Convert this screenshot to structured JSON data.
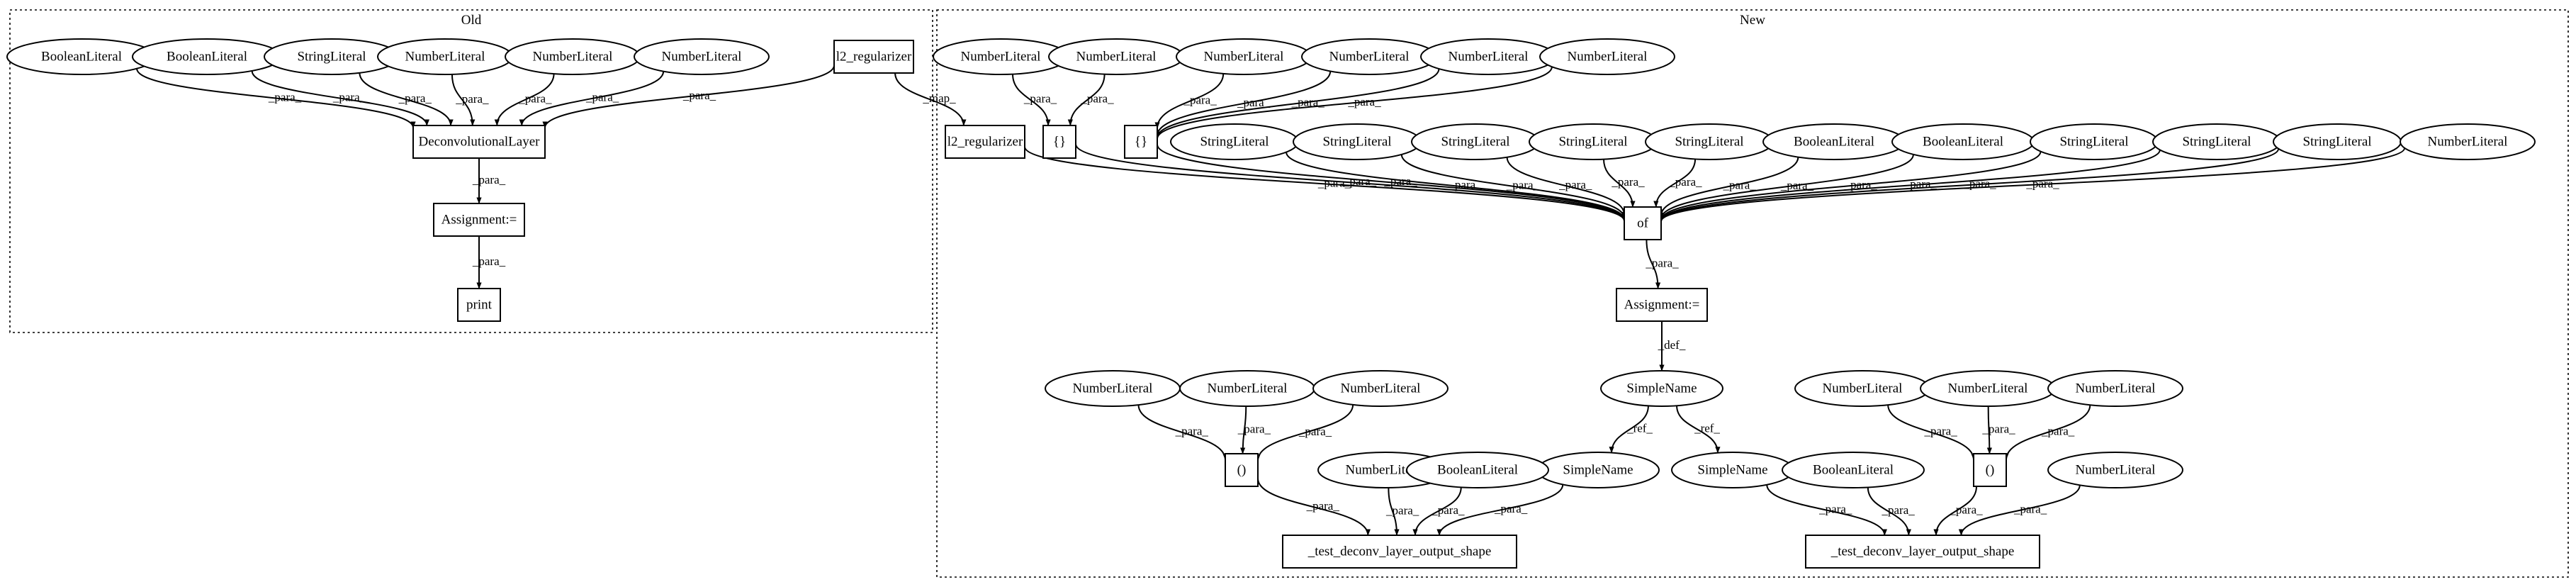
{
  "clusters": {
    "old": "Old",
    "new": "New"
  },
  "nodes": [
    {
      "id": "o_b1",
      "label": "BooleanLiteral",
      "shape": "ellipse"
    },
    {
      "id": "o_b2",
      "label": "BooleanLiteral",
      "shape": "ellipse"
    },
    {
      "id": "o_s1",
      "label": "StringLiteral",
      "shape": "ellipse"
    },
    {
      "id": "o_n1",
      "label": "NumberLiteral",
      "shape": "ellipse"
    },
    {
      "id": "o_n2",
      "label": "NumberLiteral",
      "shape": "ellipse"
    },
    {
      "id": "o_n3",
      "label": "NumberLiteral",
      "shape": "ellipse"
    },
    {
      "id": "o_l2",
      "label": "l2_regularizer",
      "shape": "box"
    },
    {
      "id": "o_dec",
      "label": "DeconvolutionalLayer",
      "shape": "box"
    },
    {
      "id": "o_asg",
      "label": "Assignment:=",
      "shape": "box"
    },
    {
      "id": "o_prt",
      "label": "print",
      "shape": "box"
    },
    {
      "id": "n_nl1",
      "label": "NumberLiteral",
      "shape": "ellipse"
    },
    {
      "id": "n_nl2",
      "label": "NumberLiteral",
      "shape": "ellipse"
    },
    {
      "id": "n_nl3",
      "label": "NumberLiteral",
      "shape": "ellipse"
    },
    {
      "id": "n_nl4",
      "label": "NumberLiteral",
      "shape": "ellipse"
    },
    {
      "id": "n_nl5",
      "label": "NumberLiteral",
      "shape": "ellipse"
    },
    {
      "id": "n_nl6",
      "label": "NumberLiteral",
      "shape": "ellipse"
    },
    {
      "id": "n_l2",
      "label": "l2_regularizer",
      "shape": "box"
    },
    {
      "id": "n_br1",
      "label": "{}",
      "shape": "box"
    },
    {
      "id": "n_br2",
      "label": "{}",
      "shape": "box"
    },
    {
      "id": "n_s1",
      "label": "StringLiteral",
      "shape": "ellipse"
    },
    {
      "id": "n_s2",
      "label": "StringLiteral",
      "shape": "ellipse"
    },
    {
      "id": "n_s3",
      "label": "StringLiteral",
      "shape": "ellipse"
    },
    {
      "id": "n_s4",
      "label": "StringLiteral",
      "shape": "ellipse"
    },
    {
      "id": "n_s5",
      "label": "StringLiteral",
      "shape": "ellipse"
    },
    {
      "id": "n_b1",
      "label": "BooleanLiteral",
      "shape": "ellipse"
    },
    {
      "id": "n_b2",
      "label": "BooleanLiteral",
      "shape": "ellipse"
    },
    {
      "id": "n_s6",
      "label": "StringLiteral",
      "shape": "ellipse"
    },
    {
      "id": "n_s7",
      "label": "StringLiteral",
      "shape": "ellipse"
    },
    {
      "id": "n_s8",
      "label": "StringLiteral",
      "shape": "ellipse"
    },
    {
      "id": "n_nl7",
      "label": "NumberLiteral",
      "shape": "ellipse"
    },
    {
      "id": "n_of",
      "label": "of",
      "shape": "box"
    },
    {
      "id": "n_asg",
      "label": "Assignment:=",
      "shape": "box"
    },
    {
      "id": "n_sn",
      "label": "SimpleName",
      "shape": "ellipse"
    },
    {
      "id": "n_sn1",
      "label": "SimpleName",
      "shape": "ellipse"
    },
    {
      "id": "n_sn2",
      "label": "SimpleName",
      "shape": "ellipse"
    },
    {
      "id": "n_ln1",
      "label": "NumberLiteral",
      "shape": "ellipse"
    },
    {
      "id": "n_ln2",
      "label": "NumberLiteral",
      "shape": "ellipse"
    },
    {
      "id": "n_ln3",
      "label": "NumberLiteral",
      "shape": "ellipse"
    },
    {
      "id": "n_p1",
      "label": "()",
      "shape": "box"
    },
    {
      "id": "n_ln4",
      "label": "NumberLiteral",
      "shape": "ellipse"
    },
    {
      "id": "n_lb1",
      "label": "BooleanLiteral",
      "shape": "ellipse"
    },
    {
      "id": "n_t1",
      "label": "_test_deconv_layer_output_shape",
      "shape": "box"
    },
    {
      "id": "n_rn1",
      "label": "NumberLiteral",
      "shape": "ellipse"
    },
    {
      "id": "n_rn2",
      "label": "NumberLiteral",
      "shape": "ellipse"
    },
    {
      "id": "n_rn3",
      "label": "NumberLiteral",
      "shape": "ellipse"
    },
    {
      "id": "n_p2",
      "label": "()",
      "shape": "box"
    },
    {
      "id": "n_rb1",
      "label": "BooleanLiteral",
      "shape": "ellipse"
    },
    {
      "id": "n_rn4",
      "label": "NumberLiteral",
      "shape": "ellipse"
    },
    {
      "id": "n_t2",
      "label": "_test_deconv_layer_output_shape",
      "shape": "box"
    }
  ],
  "edges": [
    {
      "from": "o_b1",
      "to": "o_dec",
      "label": "_para_"
    },
    {
      "from": "o_b2",
      "to": "o_dec",
      "label": "_para_"
    },
    {
      "from": "o_s1",
      "to": "o_dec",
      "label": "_para_"
    },
    {
      "from": "o_n1",
      "to": "o_dec",
      "label": "_para_"
    },
    {
      "from": "o_n2",
      "to": "o_dec",
      "label": "_para_"
    },
    {
      "from": "o_n3",
      "to": "o_dec",
      "label": "_para_"
    },
    {
      "from": "o_l2",
      "to": "o_dec",
      "label": "_para_"
    },
    {
      "from": "o_dec",
      "to": "o_asg",
      "label": "_para_"
    },
    {
      "from": "o_asg",
      "to": "o_prt",
      "label": "_para_"
    },
    {
      "from": "o_l2",
      "to": "n_l2",
      "label": "_map_"
    },
    {
      "from": "n_nl1",
      "to": "n_br1",
      "label": "_para_"
    },
    {
      "from": "n_nl2",
      "to": "n_br1",
      "label": "_para_"
    },
    {
      "from": "n_nl3",
      "to": "n_br2",
      "label": "_para_"
    },
    {
      "from": "n_nl4",
      "to": "n_br2",
      "label": "_para_"
    },
    {
      "from": "n_nl5",
      "to": "n_br2",
      "label": "_para_"
    },
    {
      "from": "n_nl6",
      "to": "n_br2",
      "label": "_para_"
    },
    {
      "from": "n_l2",
      "to": "n_of",
      "label": "_para_"
    },
    {
      "from": "n_br1",
      "to": "n_of",
      "label": "_para_"
    },
    {
      "from": "n_br2",
      "to": "n_of",
      "label": "_para_"
    },
    {
      "from": "n_s1",
      "to": "n_of",
      "label": "_para_"
    },
    {
      "from": "n_s2",
      "to": "n_of",
      "label": "_para_"
    },
    {
      "from": "n_s3",
      "to": "n_of",
      "label": "_para_"
    },
    {
      "from": "n_s4",
      "to": "n_of",
      "label": "_para_"
    },
    {
      "from": "n_s5",
      "to": "n_of",
      "label": "_para_"
    },
    {
      "from": "n_b1",
      "to": "n_of",
      "label": "_para_"
    },
    {
      "from": "n_b2",
      "to": "n_of",
      "label": "_para_"
    },
    {
      "from": "n_s6",
      "to": "n_of",
      "label": "_para_"
    },
    {
      "from": "n_s7",
      "to": "n_of",
      "label": "_para_"
    },
    {
      "from": "n_s8",
      "to": "n_of",
      "label": "_para_"
    },
    {
      "from": "n_nl7",
      "to": "n_of",
      "label": "_para_"
    },
    {
      "from": "n_of",
      "to": "n_asg",
      "label": "_para_"
    },
    {
      "from": "n_asg",
      "to": "n_sn",
      "label": "_def_"
    },
    {
      "from": "n_sn",
      "to": "n_sn1",
      "label": "_ref_"
    },
    {
      "from": "n_sn",
      "to": "n_sn2",
      "label": "_ref_"
    },
    {
      "from": "n_ln1",
      "to": "n_p1",
      "label": "_para_"
    },
    {
      "from": "n_ln2",
      "to": "n_p1",
      "label": "_para_"
    },
    {
      "from": "n_ln3",
      "to": "n_p1",
      "label": "_para_"
    },
    {
      "from": "n_p1",
      "to": "n_t1",
      "label": "_para_"
    },
    {
      "from": "n_ln4",
      "to": "n_t1",
      "label": "_para_"
    },
    {
      "from": "n_lb1",
      "to": "n_t1",
      "label": "_para_"
    },
    {
      "from": "n_sn1",
      "to": "n_t1",
      "label": "_para_"
    },
    {
      "from": "n_rn1",
      "to": "n_p2",
      "label": "_para_"
    },
    {
      "from": "n_rn2",
      "to": "n_p2",
      "label": "_para_"
    },
    {
      "from": "n_rn3",
      "to": "n_p2",
      "label": "_para_"
    },
    {
      "from": "n_sn2",
      "to": "n_t2",
      "label": "_para_"
    },
    {
      "from": "n_rb1",
      "to": "n_t2",
      "label": "_para_"
    },
    {
      "from": "n_p2",
      "to": "n_t2",
      "label": "_para_"
    },
    {
      "from": "n_rn4",
      "to": "n_t2",
      "label": "_para_"
    }
  ]
}
